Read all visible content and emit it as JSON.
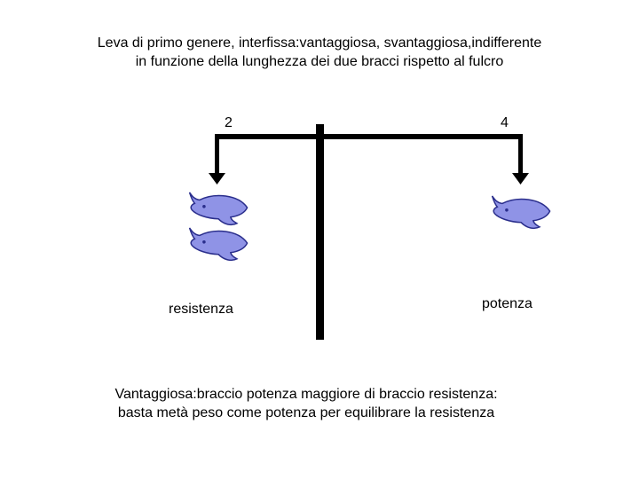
{
  "title": {
    "line1": "Leva di primo genere, interfissa:vantaggiosa, svantaggiosa,indifferente",
    "line2": "in funzione della lunghezza dei due bracci rispetto al fulcro"
  },
  "labels": {
    "left_arm": "2",
    "right_arm": "4",
    "left_side": "resistenza",
    "right_side": "potenza"
  },
  "caption": {
    "line1": "Vantaggiosa:braccio potenza maggiore di braccio resistenza:",
    "line2": "basta metà peso come potenza per equilibrare la resistenza"
  },
  "weights": {
    "left_count": 2,
    "right_count": 1,
    "icon": "dolphin-icon",
    "fill": "#8f93e6",
    "outline": "#2a2e8c"
  },
  "colors": {
    "lever": "#000000",
    "background": "#ffffff"
  }
}
